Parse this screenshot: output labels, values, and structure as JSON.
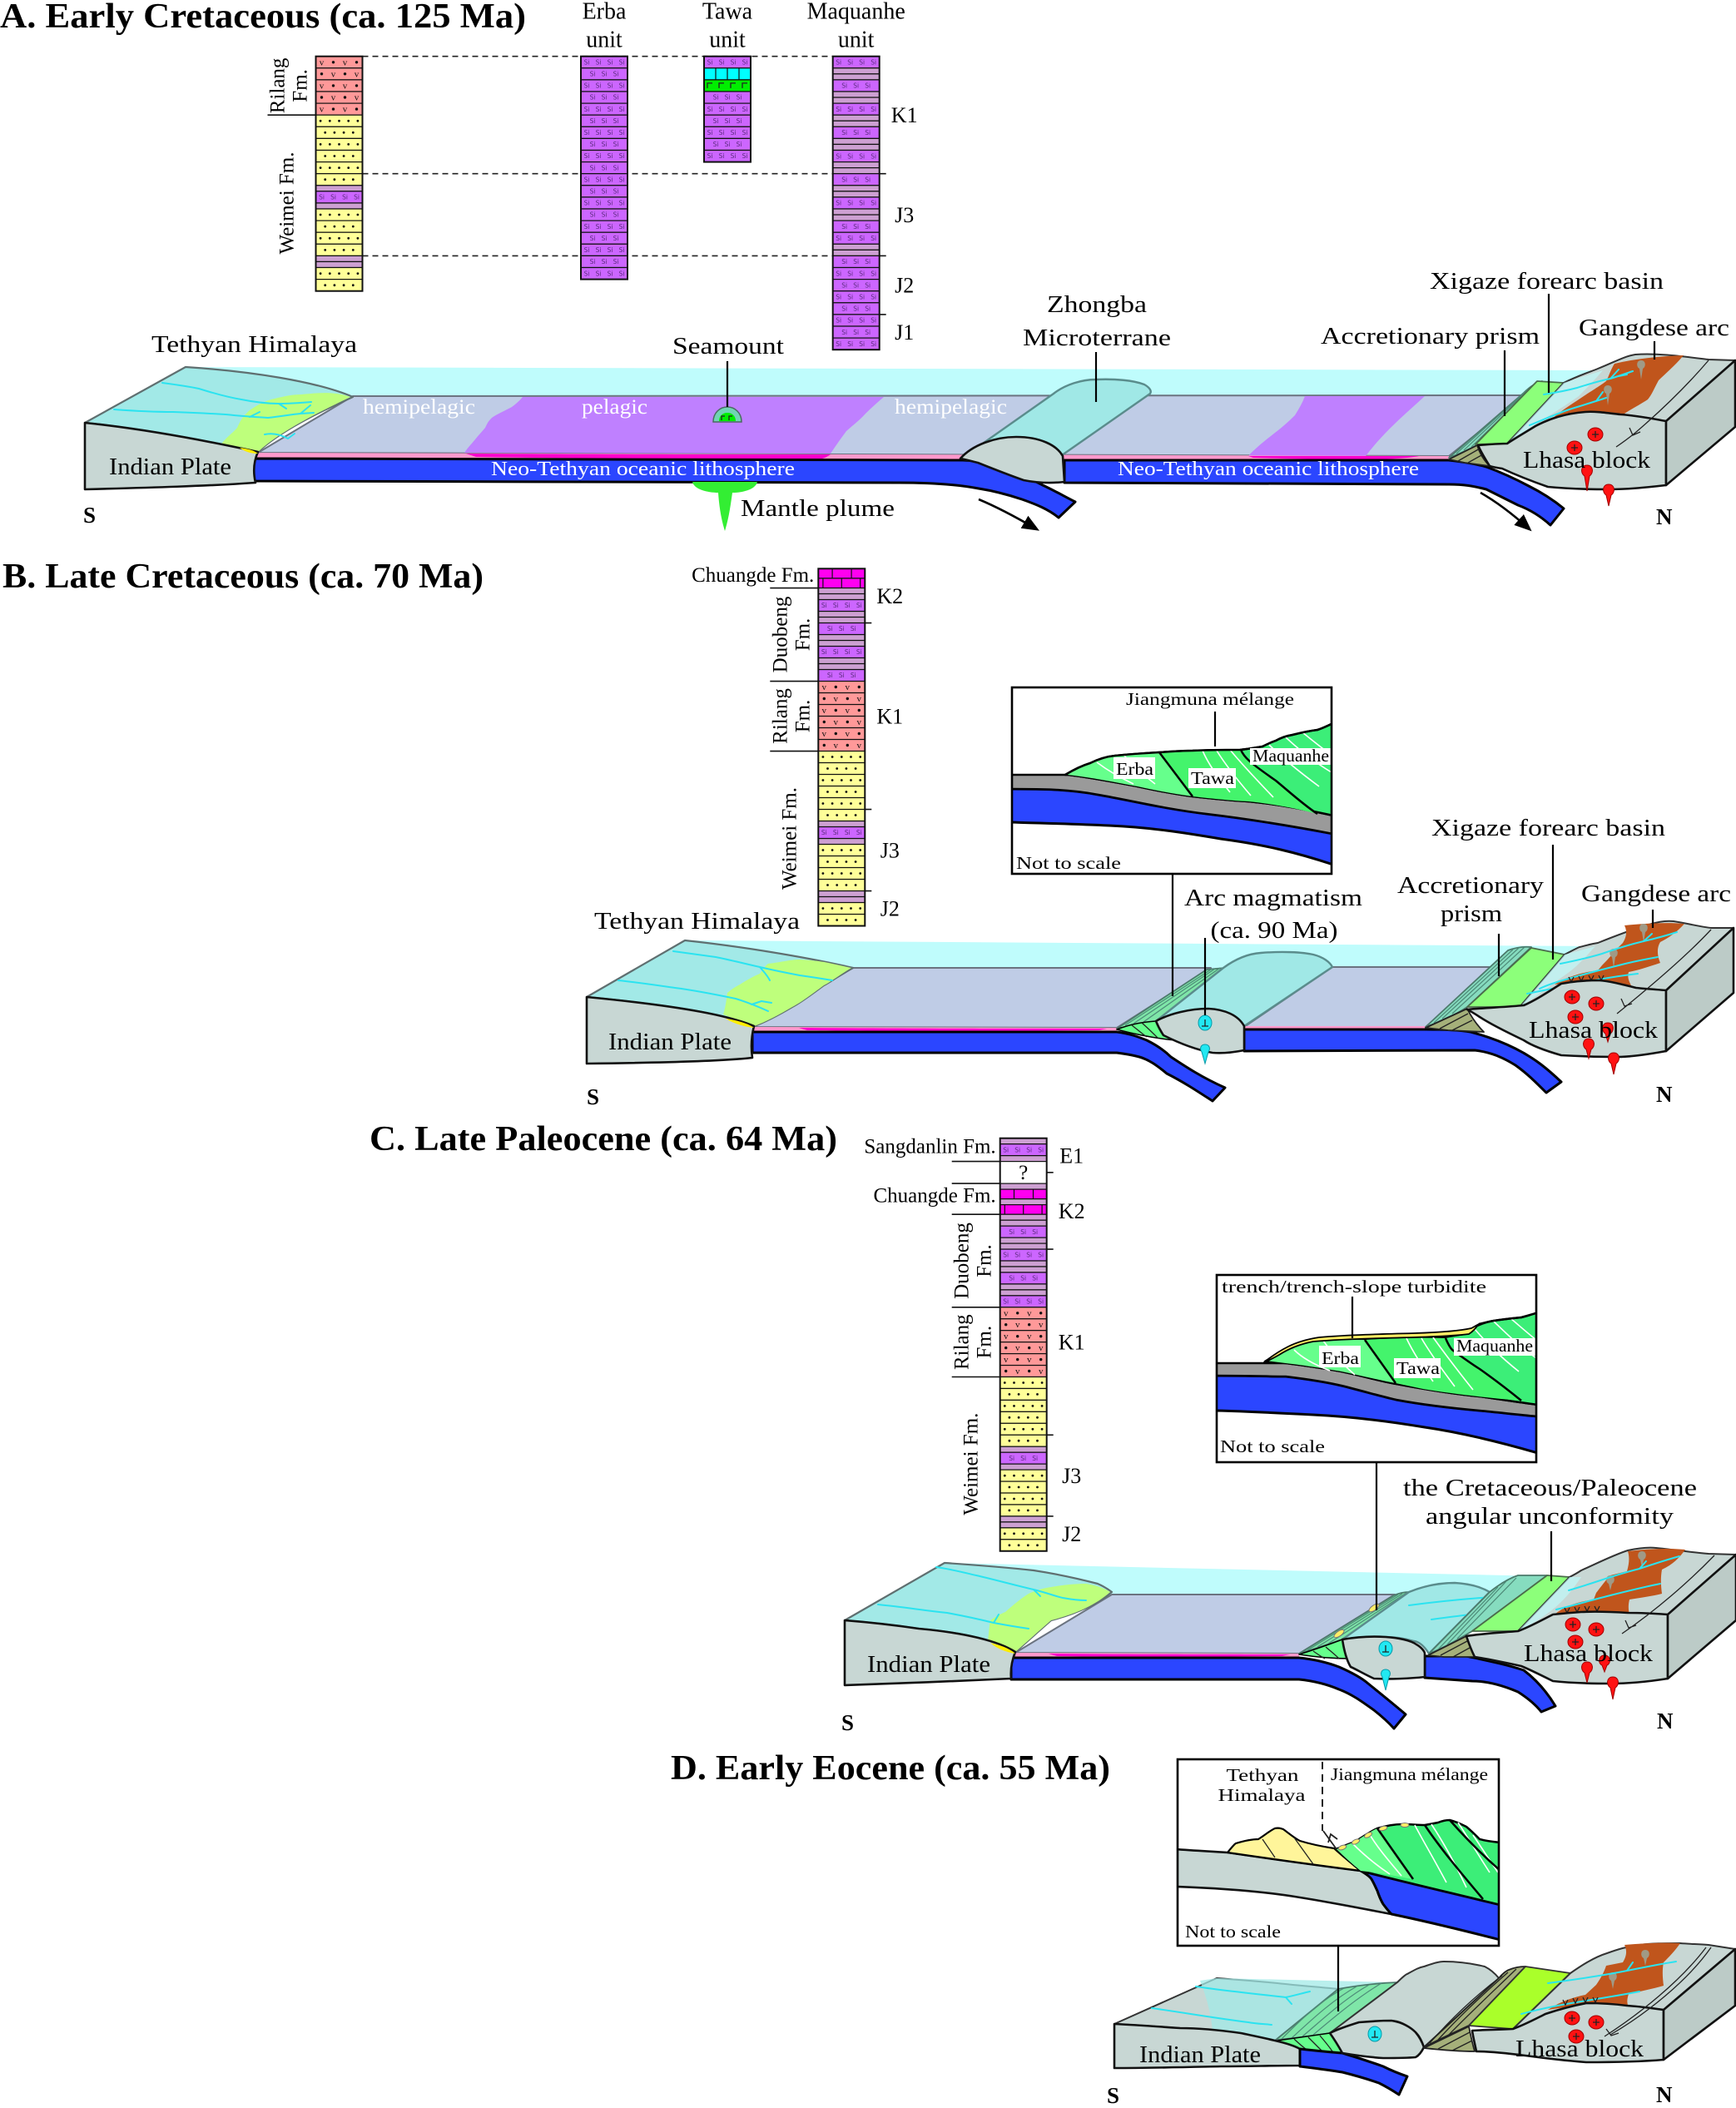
{
  "colors": {
    "chert": "#CC66FF",
    "shale": "#CDA0D2",
    "sandstone": "#FFFF99",
    "volcaniclastic_sandstone": "#FF9999",
    "limestone": "#00FFFF",
    "basalt": "#00EE00",
    "red_limestone": "#FF00F0",
    "hiatus": "#FFFFFF",
    "oceanic_lithosphere": "#2B46FF",
    "continental_crust": "#C8D7D4",
    "continental_crust_side": "#BCCBC7",
    "seawater": "#BFFCFC",
    "shelf": "#A2E9E7",
    "shelf_margin": "#BEFF7C",
    "hemipelagic": "#BFCCE6",
    "pelagic": "#BF80FF",
    "seafloor_sediment": "#FF99CC",
    "pelagic_sediment": "#FF00CC",
    "microterrane": "#A0E8E6",
    "trench_wedge": "#7FE6A8",
    "accretionary_prism": "#86DCBF",
    "accretionary_prism_front": "#A5B07A",
    "forearc_basin": "#8CFF7A",
    "uplifted_forearc": "#AAFF2A",
    "gangdese_arc": "#C0551C",
    "arc_pluton": "#A09A86",
    "granitoid": "#FF1212",
    "arc_magmatism": "#22E8F2",
    "river": "#2BE3F0",
    "mantle_plume": "#33EE33",
    "seamount": "#70D4B4",
    "erba_unit": "#66FF8C",
    "tawa_unit": "#44F46C",
    "maquanhe_unit": "#3CEE78",
    "subducted_sediment": "#9A9A9A",
    "turbidite": "#FFEE66",
    "tethyan_himalaya_wedge": "#FFF59A"
  },
  "symbols": {
    "chert": "Si",
    "volcaniclastic_sandstone": "v"
  },
  "panel_a": {
    "title": "A. Early Cretaceous (ca. 125 Ma)",
    "columns": [
      {
        "id": "tethyan-himalaya-section",
        "header": [],
        "formations": [
          {
            "name_lines": [
              "Rilang",
              "Fm."
            ],
            "layers": [
              "volcaniclastic_sandstone",
              "volcaniclastic_sandstone",
              "volcaniclastic_sandstone",
              "volcaniclastic_sandstone",
              "volcaniclastic_sandstone"
            ]
          },
          {
            "name_lines": [
              "Weimei Fm."
            ],
            "layers": [
              "sandstone",
              "sandstone",
              "sandstone",
              "sandstone",
              "sandstone",
              "sandstone",
              "shale",
              "chert",
              "shale",
              "sandstone",
              "sandstone",
              "sandstone",
              "sandstone",
              "shale",
              "shale",
              "sandstone",
              "sandstone"
            ]
          }
        ],
        "ages": []
      },
      {
        "id": "erba-unit",
        "header": [
          "Erba",
          "unit"
        ],
        "formations": [
          {
            "name_lines": [],
            "layers": [
              "chert",
              "chert",
              "chert",
              "chert",
              "chert",
              "chert",
              "chert",
              "chert",
              "chert",
              "chert",
              "chert",
              "chert",
              "chert",
              "chert",
              "chert",
              "chert",
              "chert",
              "chert",
              "chert"
            ]
          }
        ],
        "ages": []
      },
      {
        "id": "tawa-unit",
        "header": [
          "Tawa",
          "unit"
        ],
        "formations": [
          {
            "name_lines": [],
            "layers": [
              "chert",
              "limestone",
              "basalt",
              "chert",
              "chert",
              "chert",
              "chert",
              "chert",
              "chert"
            ]
          }
        ],
        "ages": []
      },
      {
        "id": "maquanhe-unit",
        "header": [
          "Maquanhe",
          "unit"
        ],
        "formations": [
          {
            "name_lines": [],
            "layers": [
              "chert",
              "shale",
              "shale",
              "chert",
              "shale",
              "shale",
              "chert",
              "shale",
              "shale",
              "chert",
              "shale",
              "shale",
              "chert",
              "shale",
              "shale",
              "chert",
              "shale",
              "shale",
              "chert",
              "shale",
              "shale",
              "chert",
              "chert",
              "shale",
              "shale",
              "chert",
              "chert",
              "chert",
              "chert",
              "chert",
              "chert",
              "chert",
              "chert"
            ]
          }
        ],
        "ages": [
          {
            "label": "K1",
            "span": [
              0,
              15
            ]
          },
          {
            "label": "J3",
            "span": [
              15,
              25
            ]
          },
          {
            "label": "J2",
            "span": [
              25,
              30
            ]
          },
          {
            "label": "J1",
            "span": [
              30,
              33
            ]
          }
        ]
      }
    ],
    "block": {
      "tethyan_himalaya": "Tethyan Himalaya",
      "seamount": "Seamount",
      "zhongba_microterrane": [
        "Zhongba",
        "Microterrane"
      ],
      "accretionary_prism": "Accretionary prism",
      "xigaze_forearc_basin": "Xigaze forearc basin",
      "gangdese_arc": "Gangdese arc",
      "hemipelagic_south": "hemipelagic",
      "pelagic": "pelagic",
      "hemipelagic_north": "hemipelagic",
      "indian_plate": "Indian Plate",
      "lithosphere_south": "Neo-Tethyan oceanic lithosphere",
      "lithosphere_north": "Neo-Tethyan oceanic lithosphere",
      "lhasa_block": "Lhasa block",
      "mantle_plume": "Mantle plume",
      "south": "S",
      "north": "N"
    }
  },
  "panel_b": {
    "title": "B. Late Cretaceous (ca. 70 Ma)",
    "columns": [
      {
        "id": "tethyan-himalaya-section",
        "header": [],
        "formations": [
          {
            "name_lines": [
              "Chuangde Fm."
            ],
            "layers": [
              "red_limestone",
              "red_limestone"
            ]
          },
          {
            "name_lines": [
              "Duobeng",
              "Fm."
            ],
            "layers": [
              "shale",
              "shale",
              "chert",
              "shale",
              "shale",
              "chert",
              "shale",
              "shale",
              "chert",
              "shale",
              "shale",
              "chert"
            ]
          },
          {
            "name_lines": [
              "Rilang",
              "Fm."
            ],
            "layers": [
              "volcaniclastic_sandstone",
              "volcaniclastic_sandstone",
              "volcaniclastic_sandstone",
              "volcaniclastic_sandstone",
              "volcaniclastic_sandstone",
              "volcaniclastic_sandstone"
            ]
          },
          {
            "name_lines": [
              "Weimei Fm."
            ],
            "layers": [
              "sandstone",
              "sandstone",
              "sandstone",
              "sandstone",
              "sandstone",
              "sandstone",
              "shale",
              "chert",
              "shale",
              "sandstone",
              "sandstone",
              "sandstone",
              "sandstone",
              "shale",
              "shale",
              "sandstone",
              "sandstone"
            ]
          }
        ],
        "ages": [
          {
            "label": "K2",
            "span": [
              0,
              7
            ]
          },
          {
            "label": "K1",
            "span": [
              7,
              25
            ]
          },
          {
            "label": "J3",
            "span": [
              25,
              33
            ]
          },
          {
            "label": "J2",
            "span": [
              33,
              37
            ]
          }
        ]
      }
    ],
    "inset": {
      "title": "Jiangmuna mélange",
      "units": [
        "Erba",
        "Tawa",
        "Maquanhe"
      ],
      "scale_note": "Not to scale"
    },
    "block": {
      "tethyan_himalaya": "Tethyan Himalaya",
      "arc_magmatism": [
        "Arc magmatism",
        "(ca. 90 Ma)"
      ],
      "accretionary_prism": [
        "Accretionary",
        "prism"
      ],
      "xigaze_forearc_basin": "Xigaze forearc basin",
      "gangdese_arc": "Gangdese arc",
      "indian_plate": "Indian Plate",
      "lhasa_block": "Lhasa block",
      "south": "S",
      "north": "N"
    }
  },
  "panel_c": {
    "title": "C. Late Paleocene (ca. 64 Ma)",
    "columns": [
      {
        "id": "tethyan-himalaya-section",
        "header": [],
        "formations": [
          {
            "name_lines": [
              "Sangdanlin Fm."
            ],
            "layers": [
              "shale",
              "chert",
              "shale"
            ]
          },
          {
            "name_lines": [],
            "marker": "?",
            "layers": [
              "hiatus"
            ]
          },
          {
            "name_lines": [
              "Chuangde Fm."
            ],
            "layers": [
              "shale",
              "red_limestone",
              "shale",
              "red_limestone"
            ]
          },
          {
            "name_lines": [
              "Duobeng",
              "Fm."
            ],
            "layers": [
              "shale",
              "shale",
              "chert",
              "shale",
              "shale",
              "chert",
              "shale",
              "shale",
              "chert",
              "shale",
              "shale",
              "chert"
            ]
          },
          {
            "name_lines": [
              "Rilang",
              "Fm."
            ],
            "layers": [
              "volcaniclastic_sandstone",
              "volcaniclastic_sandstone",
              "volcaniclastic_sandstone",
              "volcaniclastic_sandstone",
              "volcaniclastic_sandstone",
              "volcaniclastic_sandstone"
            ]
          },
          {
            "name_lines": [
              "Weimei Fm."
            ],
            "layers": [
              "sandstone",
              "sandstone",
              "sandstone",
              "sandstone",
              "sandstone",
              "sandstone",
              "shale",
              "chert",
              "shale",
              "sandstone",
              "sandstone",
              "sandstone",
              "sandstone",
              "shale",
              "shale",
              "sandstone",
              "sandstone"
            ]
          }
        ],
        "ages": [
          {
            "label": "E1",
            "span": [
              0,
              3.5
            ]
          },
          {
            "label": "K2",
            "span": [
              3.5,
              13
            ]
          },
          {
            "label": "K1",
            "span": [
              13,
              31
            ]
          },
          {
            "label": "J3",
            "span": [
              31,
              39
            ]
          },
          {
            "label": "J2",
            "span": [
              39,
              43
            ]
          }
        ]
      }
    ],
    "inset": {
      "title": "trench/trench-slope turbidite",
      "units": [
        "Erba",
        "Tawa",
        "Maquanhe"
      ],
      "scale_note": "Not to scale"
    },
    "block": {
      "unconformity": [
        "the Cretaceous/Paleocene",
        "angular unconformity"
      ],
      "indian_plate": "Indian Plate",
      "lhasa_block": "Lhasa block",
      "south": "S",
      "north": "N"
    }
  },
  "panel_d": {
    "title": "D. Early Eocene (ca. 55 Ma)",
    "inset": {
      "tethyan_himalaya": [
        "Tethyan",
        "Himalaya"
      ],
      "melange": "Jiangmuna mélange",
      "scale_note": "Not to scale"
    },
    "block": {
      "indian_plate": "Indian Plate",
      "lhasa_block": "Lhasa block",
      "south": "S",
      "north": "N"
    }
  }
}
